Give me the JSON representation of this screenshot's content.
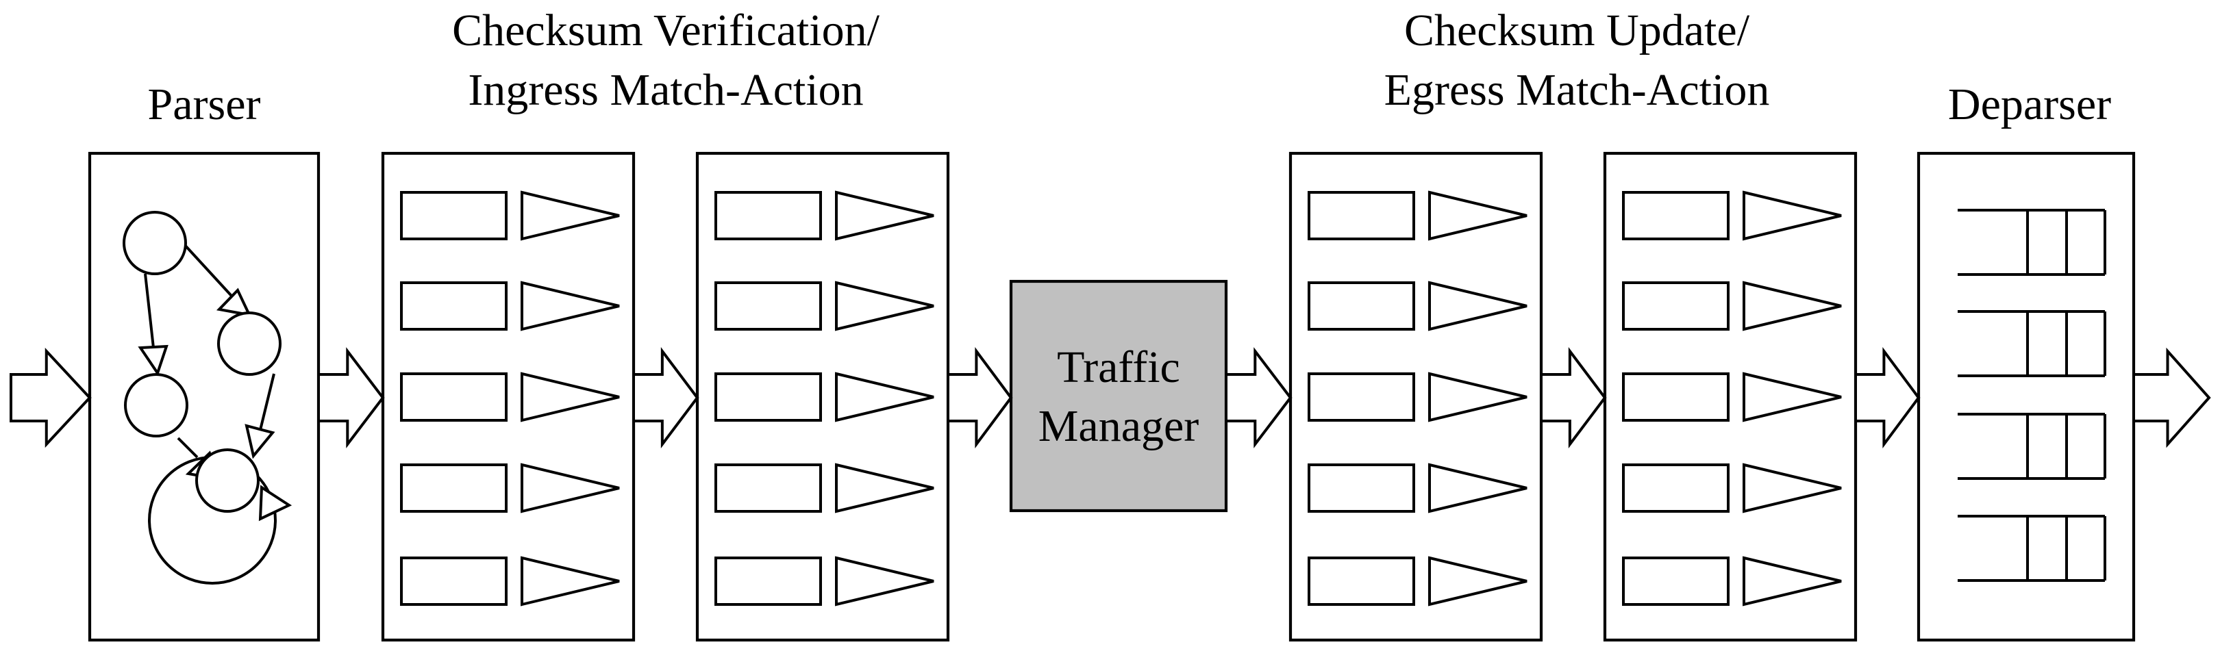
{
  "stages": [
    {
      "id": "parser",
      "title_lines": [
        "Parser"
      ]
    },
    {
      "id": "ingress",
      "title_lines": [
        "Checksum Verification/",
        "Ingress Match-Action"
      ]
    },
    {
      "id": "egress",
      "title_lines": [
        "Checksum Update/",
        "Egress Match-Action"
      ]
    },
    {
      "id": "deparser",
      "title_lines": [
        "Deparser"
      ]
    }
  ],
  "traffic_manager": {
    "lines": [
      "Traffic",
      "Manager"
    ],
    "fill": "#c0c0c0"
  },
  "colors": {
    "stroke": "#000000",
    "background": "#ffffff"
  }
}
